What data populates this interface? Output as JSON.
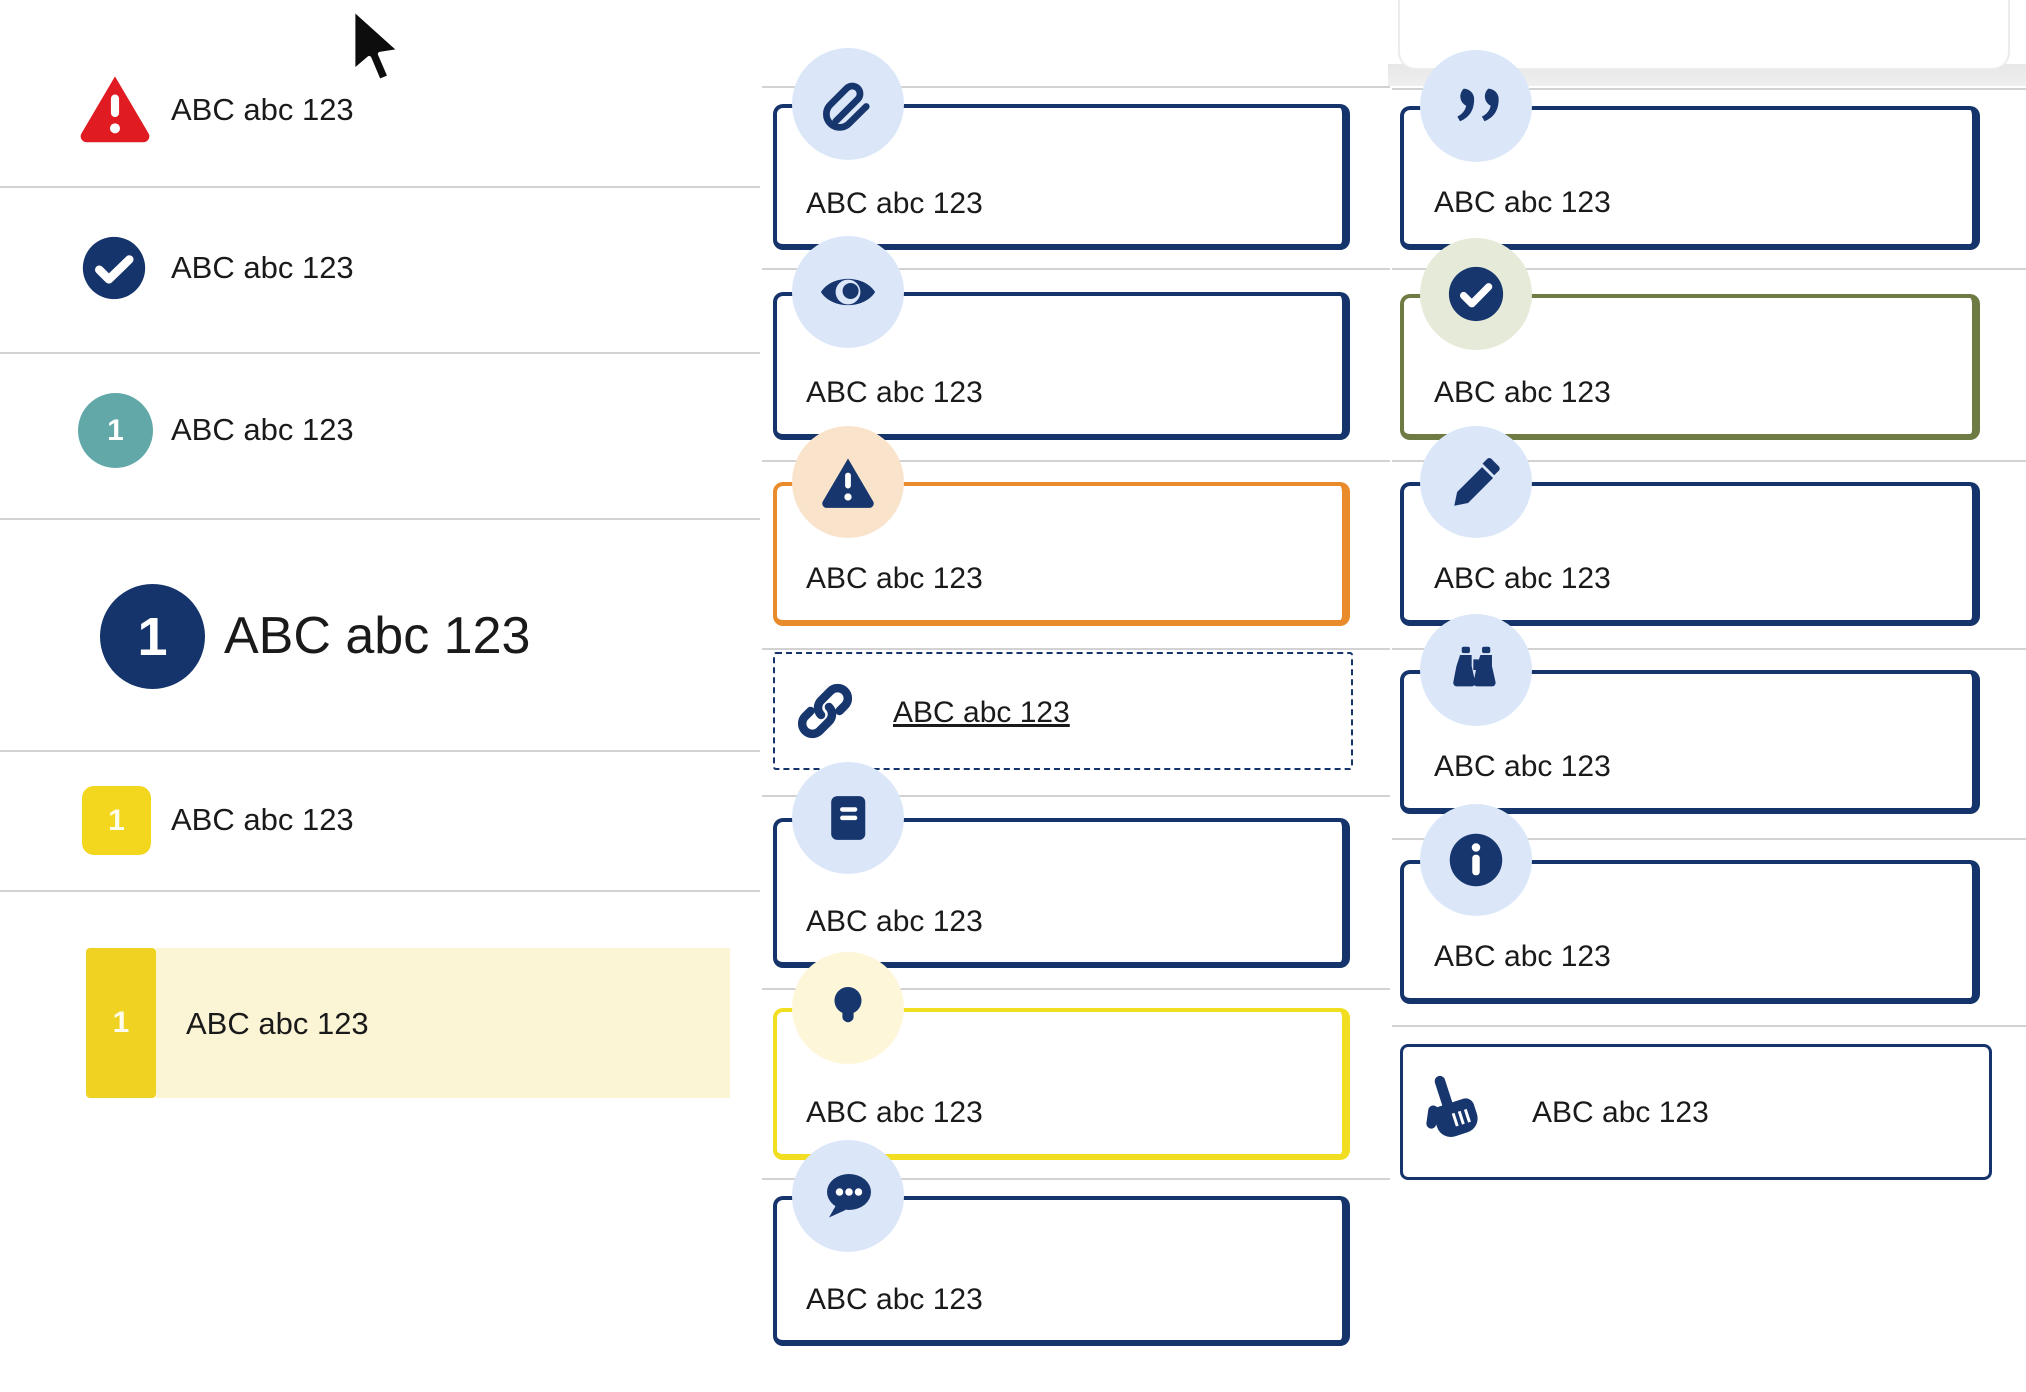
{
  "colors": {
    "navy": "#15346b",
    "red": "#e01b22",
    "teal": "#63a8a8",
    "badge_yellow": "#f2d71e",
    "highlight_row_bg": "#fbf5d5",
    "callout_orange": "#e98a2b",
    "callout_olive": "#6e7b43",
    "callout_yellow": "#f2de20",
    "icon_circle_blue": "#dbe7f9",
    "icon_circle_peach": "#fae3cb",
    "icon_circle_pale_yellow": "#fdf6d8",
    "icon_circle_sage": "#e6ead8",
    "divider_grey": "#d2d2d2",
    "text": "#1a1a1a"
  },
  "left": {
    "items": [
      {
        "icon": "warning-triangle-icon",
        "label": "ABC abc 123"
      },
      {
        "icon": "check-circle-icon",
        "label": "ABC abc 123"
      },
      {
        "icon": "teal-number-badge",
        "badge": "1",
        "label": "ABC abc 123"
      },
      {
        "icon": "navy-number-badge-large",
        "badge": "1",
        "label": "ABC abc 123"
      },
      {
        "icon": "yellow-number-badge",
        "badge": "1",
        "label": "ABC abc 123"
      },
      {
        "icon": "yellow-number-tab",
        "badge": "1",
        "label": "ABC abc 123",
        "highlighted": true
      }
    ]
  },
  "middle": {
    "boxes": [
      {
        "icon": "paperclip-icon",
        "style": "navy",
        "label": "ABC abc 123"
      },
      {
        "icon": "eye-icon",
        "style": "navy",
        "label": "ABC abc 123"
      },
      {
        "icon": "warning-icon",
        "style": "orange",
        "label": "ABC abc 123"
      },
      {
        "icon": "link-icon",
        "style": "dashed",
        "label": "ABC abc 123",
        "link": true
      },
      {
        "icon": "book-icon",
        "style": "navy",
        "label": "ABC abc 123"
      },
      {
        "icon": "lightbulb-icon",
        "style": "yellow",
        "label": "ABC abc 123"
      },
      {
        "icon": "chat-icon",
        "style": "navy",
        "label": "ABC abc 123"
      }
    ]
  },
  "right": {
    "boxes": [
      {
        "icon": "quote-icon",
        "style": "navy",
        "label": "ABC abc 123"
      },
      {
        "icon": "check-icon",
        "style": "olive",
        "label": "ABC abc 123"
      },
      {
        "icon": "pencil-icon",
        "style": "navy",
        "label": "ABC abc 123"
      },
      {
        "icon": "binoculars-icon",
        "style": "navy",
        "label": "ABC abc 123"
      },
      {
        "icon": "info-icon",
        "style": "navy",
        "label": "ABC abc 123"
      }
    ],
    "hand_box": {
      "icon": "hand-pointer-icon",
      "label": "ABC abc 123"
    }
  }
}
